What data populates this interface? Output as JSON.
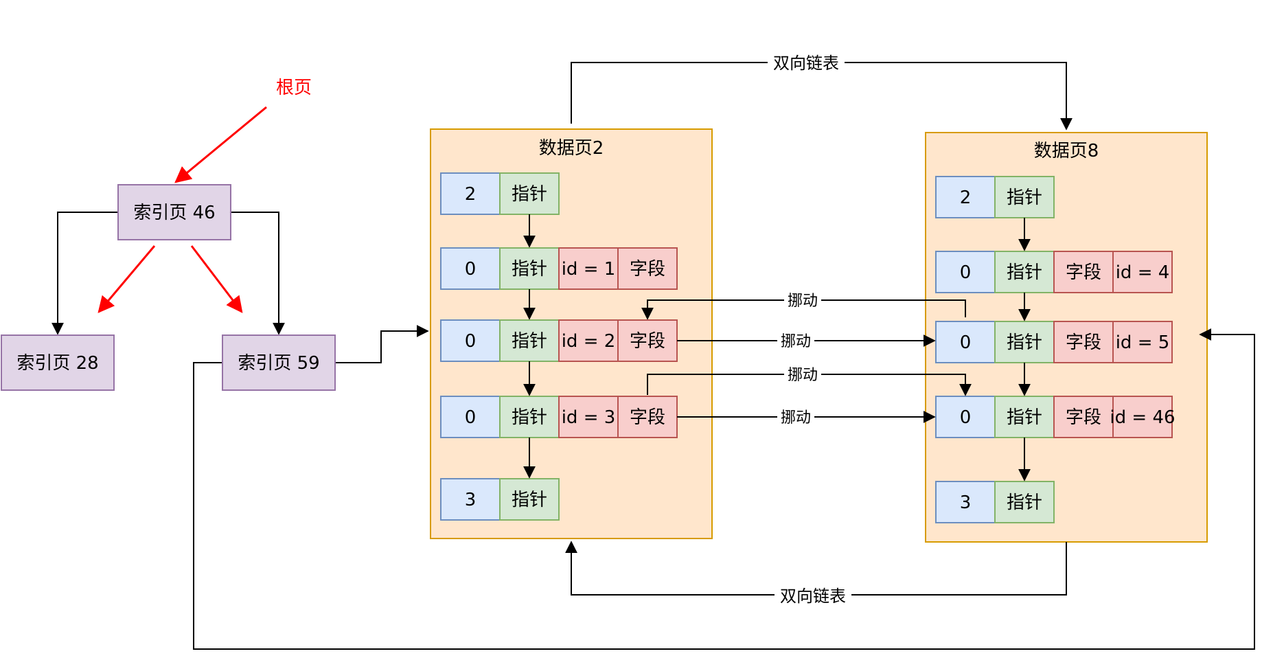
{
  "root_label": "根页",
  "index_pages": {
    "p46": "索引页 46",
    "p28": "索引页 28",
    "p59": "索引页 59"
  },
  "data_pages": [
    {
      "title": "数据页2",
      "rows": [
        {
          "n": "2",
          "ptr": "指针",
          "cells": []
        },
        {
          "n": "0",
          "ptr": "指针",
          "cells": [
            "id = 1",
            "字段"
          ]
        },
        {
          "n": "0",
          "ptr": "指针",
          "cells": [
            "id = 2",
            "字段"
          ]
        },
        {
          "n": "0",
          "ptr": "指针",
          "cells": [
            "id = 3",
            "字段"
          ]
        },
        {
          "n": "3",
          "ptr": "指针",
          "cells": []
        }
      ]
    },
    {
      "title": "数据页8",
      "rows": [
        {
          "n": "2",
          "ptr": "指针",
          "cells": []
        },
        {
          "n": "0",
          "ptr": "指针",
          "cells": [
            "字段",
            "id = 4"
          ]
        },
        {
          "n": "0",
          "ptr": "指针",
          "cells": [
            "字段",
            "id = 5"
          ]
        },
        {
          "n": "0",
          "ptr": "指针",
          "cells": [
            "字段",
            "id = 46"
          ]
        },
        {
          "n": "3",
          "ptr": "指针",
          "cells": []
        }
      ]
    }
  ],
  "edge_labels": {
    "top_link": "双向链表",
    "bottom_link": "双向链表",
    "move_1": "挪动",
    "move_2": "挪动",
    "move_3": "挪动",
    "move_4": "挪动"
  },
  "colors": {
    "index_fill": "#e1d5e7",
    "index_stroke": "#9673a6",
    "page_fill": "#ffe6cc",
    "page_stroke": "#d79b00",
    "num_fill": "#dae8fc",
    "num_stroke": "#6c8ebf",
    "ptr_fill": "#d5e8d4",
    "ptr_stroke": "#82b366",
    "field_fill": "#f8cecc",
    "field_stroke": "#b85450",
    "root_arrow": "#ff0000"
  }
}
